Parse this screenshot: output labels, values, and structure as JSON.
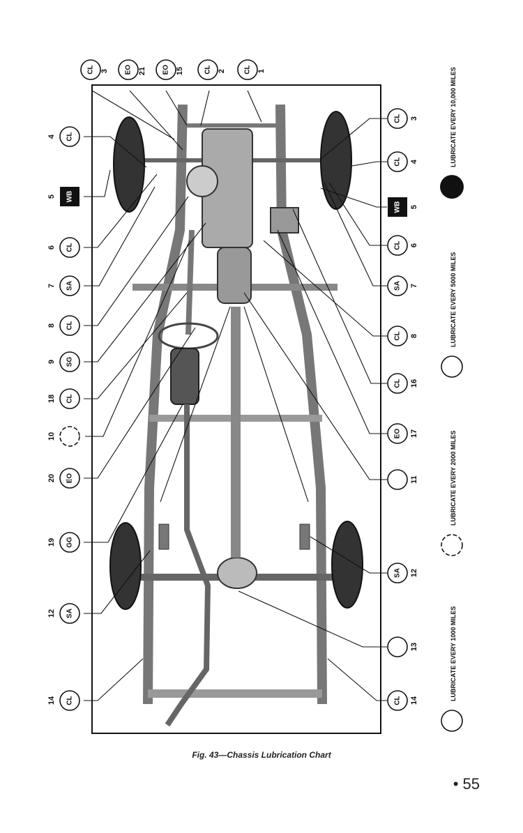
{
  "labels": {
    "top": [
      {
        "code": "CL",
        "num": "3"
      },
      {
        "code": "EO",
        "num": "21"
      },
      {
        "code": "EO",
        "num": "15"
      },
      {
        "code": "CL",
        "num": "2"
      },
      {
        "code": "CL",
        "num": "1"
      }
    ],
    "left": [
      {
        "code": "CL",
        "num": "4",
        "style": "circle"
      },
      {
        "code": "WB",
        "num": "5",
        "style": "square"
      },
      {
        "code": "CL",
        "num": "6",
        "style": "circle"
      },
      {
        "code": "SA",
        "num": "7",
        "style": "circle"
      },
      {
        "code": "CL",
        "num": "8",
        "style": "circle"
      },
      {
        "code": "SG",
        "num": "9",
        "style": "circle"
      },
      {
        "code": "CL",
        "num": "18",
        "style": "circle"
      },
      {
        "code": "",
        "num": "10",
        "style": "dotted"
      },
      {
        "code": "EO",
        "num": "20",
        "style": "circle"
      },
      {
        "code": "GG",
        "num": "19",
        "style": "circle"
      },
      {
        "code": "SA",
        "num": "12",
        "style": "circle"
      },
      {
        "code": "CL",
        "num": "14",
        "style": "circle"
      }
    ],
    "right": [
      {
        "code": "CL",
        "num": "3",
        "style": "circle"
      },
      {
        "code": "CL",
        "num": "4",
        "style": "circle"
      },
      {
        "code": "WB",
        "num": "5",
        "style": "square"
      },
      {
        "code": "CL",
        "num": "6",
        "style": "circle"
      },
      {
        "code": "SA",
        "num": "7",
        "style": "circle"
      },
      {
        "code": "CL",
        "num": "8",
        "style": "circle"
      },
      {
        "code": "CL",
        "num": "16",
        "style": "circle"
      },
      {
        "code": "EO",
        "num": "17",
        "style": "circle"
      },
      {
        "code": "",
        "num": "11",
        "style": "circle"
      },
      {
        "code": "SA",
        "num": "12",
        "style": "circle"
      },
      {
        "code": "",
        "num": "13",
        "style": "circle"
      },
      {
        "code": "CL",
        "num": "14",
        "style": "circle"
      }
    ]
  },
  "legend": [
    {
      "text": "LUBRICATE EVERY 10,000 MILES",
      "style": "filled"
    },
    {
      "text": "LUBRICATE EVERY 5000 MILES",
      "style": "circle"
    },
    {
      "text": "LUBRICATE EVERY 2000 MILES",
      "style": "dotted"
    },
    {
      "text": "LUBRICATE EVERY 1000 MILES",
      "style": "circle"
    }
  ],
  "caption": "Fig. 43—Chassis Lubrication Chart",
  "page_number": "• 55"
}
